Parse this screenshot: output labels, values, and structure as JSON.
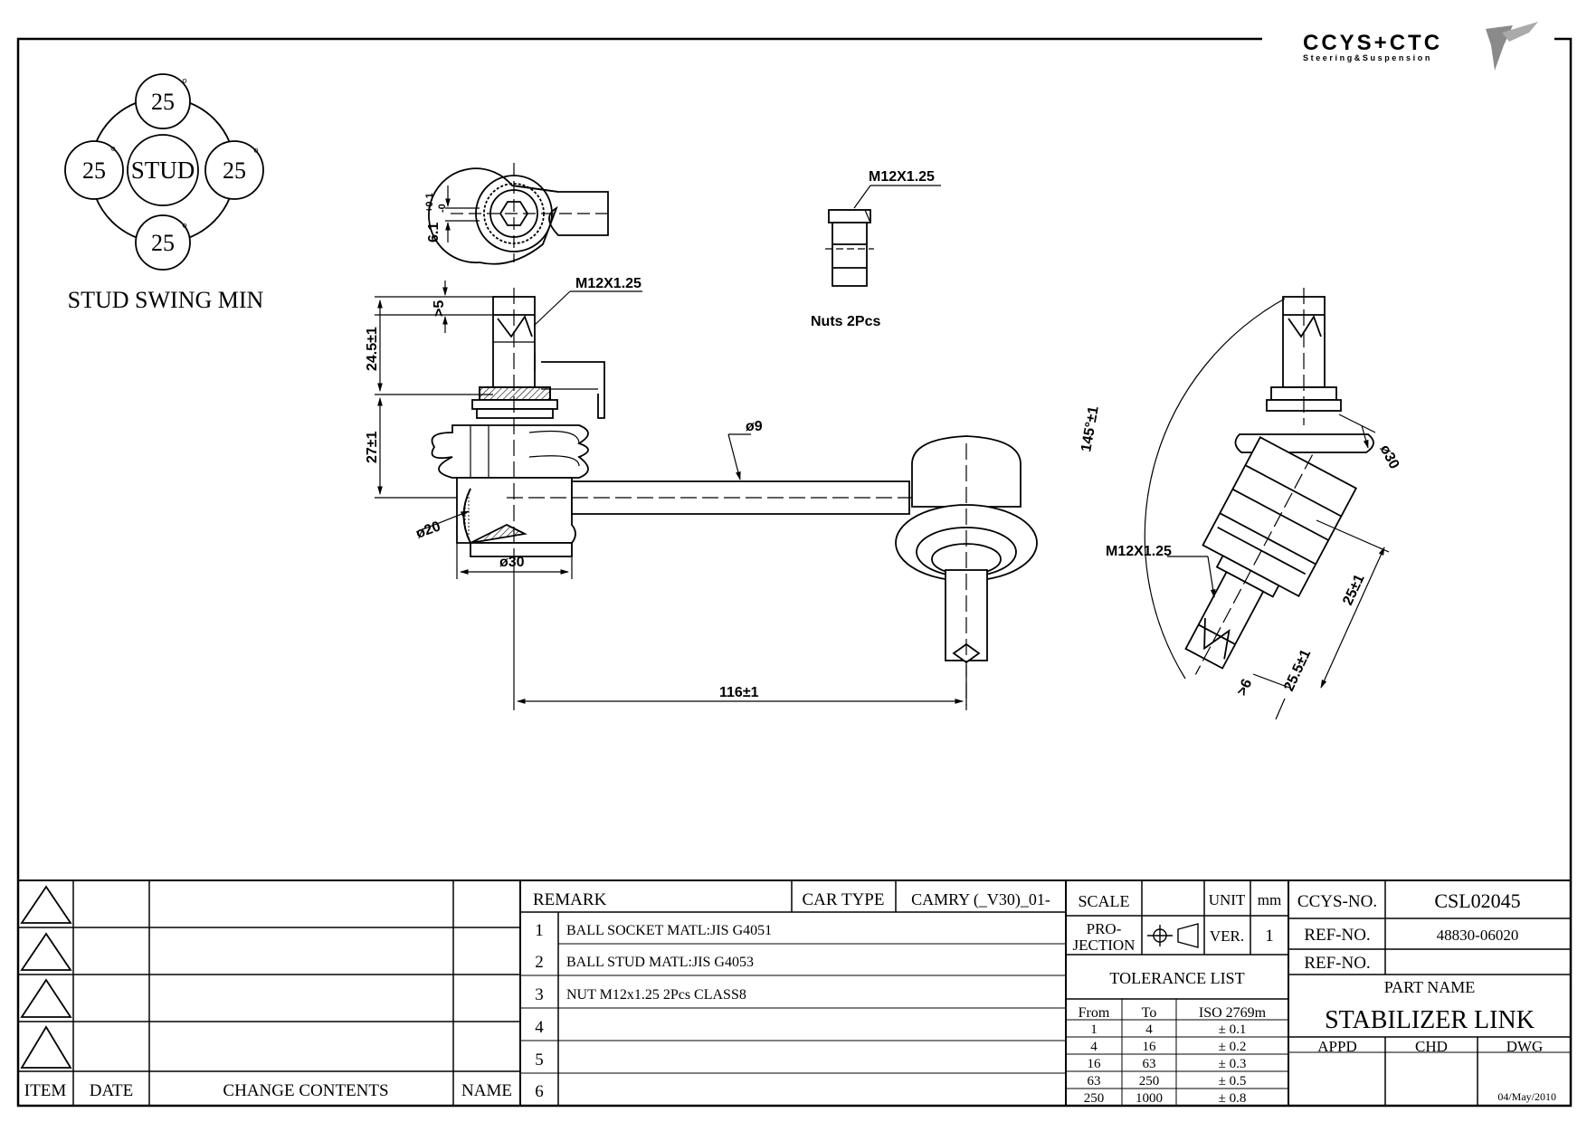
{
  "logo": {
    "brand": "CCYS+CTC",
    "tagline": "Steering&Suspension"
  },
  "swing": {
    "center_label": "STUD",
    "angles": [
      "25",
      "25",
      "25",
      "25"
    ],
    "degree_mark": "°",
    "caption": "STUD SWING MIN"
  },
  "dims": {
    "tol_top": "6.1",
    "tol_plus": "+0.1",
    "tol_minus": "-0",
    "thread_top": "M12X1.25",
    "thread_nut": "M12X1.25",
    "thread_angled": "M12X1.25",
    "nuts_label": "Nuts  2Pcs",
    "gt5": ">5",
    "len_24_5": "24.5±1",
    "len_27": "27±1",
    "dia20": "ø20",
    "dia30": "ø30",
    "dia9": "ø9",
    "dia30_angled": "ø30",
    "len_116": "116±1",
    "angle_145": "145°±1",
    "len_25": "25±1",
    "len_25_5": "25.5±1",
    "gt6": ">6"
  },
  "revisions": {
    "headers": {
      "item": "ITEM",
      "date": "DATE",
      "contents": "CHANGE CONTENTS",
      "name": "NAME"
    }
  },
  "remarks": {
    "header": "REMARK",
    "car_type_label": "CAR TYPE",
    "car_type_value": "CAMRY (_V30)_01-",
    "rows": [
      {
        "no": "1",
        "text": "BALL SOCKET MATL:JIS G4051"
      },
      {
        "no": "2",
        "text": "BALL STUD MATL:JIS G4053"
      },
      {
        "no": "3",
        "text": "NUT M12x1.25 2Pcs CLASS8"
      },
      {
        "no": "4",
        "text": ""
      },
      {
        "no": "5",
        "text": ""
      },
      {
        "no": "6",
        "text": ""
      }
    ]
  },
  "scale_block": {
    "scale_label": "SCALE",
    "scale_value": "",
    "unit_label": "UNIT",
    "unit_value": "mm",
    "projection_label_1": "PRO-",
    "projection_label_2": "JECTION",
    "ver_label": "VER.",
    "ver_value": "1"
  },
  "tolerance": {
    "title": "TOLERANCE LIST",
    "col_from": "From",
    "col_to": "To",
    "col_iso": "ISO 2769m",
    "rows": [
      {
        "from": "1",
        "to": "4",
        "tol": "± 0.1"
      },
      {
        "from": "4",
        "to": "16",
        "tol": "± 0.2"
      },
      {
        "from": "16",
        "to": "63",
        "tol": "± 0.3"
      },
      {
        "from": "63",
        "to": "250",
        "tol": "± 0.5"
      },
      {
        "from": "250",
        "to": "1000",
        "tol": "± 0.8"
      }
    ]
  },
  "part": {
    "ccys_label": "CCYS-NO.",
    "ccys_value": "CSL02045",
    "ref1_label": "REF-NO.",
    "ref1_value": "48830-06020",
    "ref2_label": "REF-NO.",
    "ref2_value": "",
    "name_label": "PART NAME",
    "name_value": "STABILIZER LINK",
    "appd": "APPD",
    "chd": "CHD",
    "dwg": "DWG",
    "date": "04/May/2010"
  }
}
